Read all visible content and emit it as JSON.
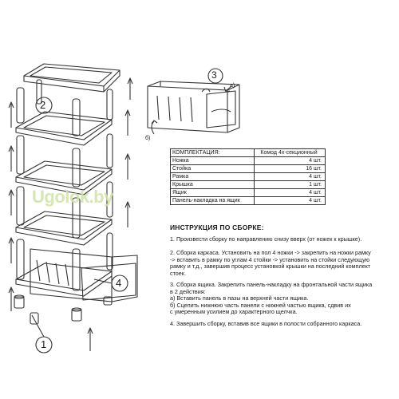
{
  "callouts": {
    "n1": "1",
    "n2": "2",
    "n3": "3",
    "n4": "4",
    "a": "а)",
    "b": "б)"
  },
  "watermark": "Ugolok.by",
  "components_table": {
    "header": [
      "КОМПЛЕКТАЦИЯ:",
      "Комод 4х-секционный"
    ],
    "rows": [
      [
        "Ножка",
        "4 шт."
      ],
      [
        "Стойка",
        "16 шт."
      ],
      [
        "Рамка",
        "4 шт."
      ],
      [
        "Крышка",
        "1 шт."
      ],
      [
        "Ящик",
        "4 шт."
      ],
      [
        "Панель-накладка на ящик",
        "4 шт."
      ]
    ]
  },
  "instructions": {
    "title": "ИНСТРУКЦИЯ ПО СБОРКЕ:",
    "step1": [
      "1. Произвести сборку по направлению снизу вверх (от ножек к крышке)."
    ],
    "step2": [
      "2. Сборка каркаса. Установить на пол 4 ножки -> закрепить на ножки рамку",
      "-> вставить в рамку по углам 4 стойки -> установить на стойки следующую",
      "рамку и т.д., завершив процесс установкой крышки на последний комплект",
      "стоек."
    ],
    "step3": [
      "3. Сборка ящика. Закрепить панель-накладку на фронтальной части ящика",
      "в 2 действия:",
      "а) Вставить панель в пазы на верхней части ящика.",
      "б) Сцепить нижнюю часть панели с нижней частью ящика, сдвив их",
      "с умеренным усилием до характерного щелчка."
    ],
    "step4": [
      "4. Завершить сборку, вставив все ящики в полости собранного каркаса."
    ]
  },
  "colors": {
    "line": "#333333",
    "watermark": "#cfe2a8"
  }
}
